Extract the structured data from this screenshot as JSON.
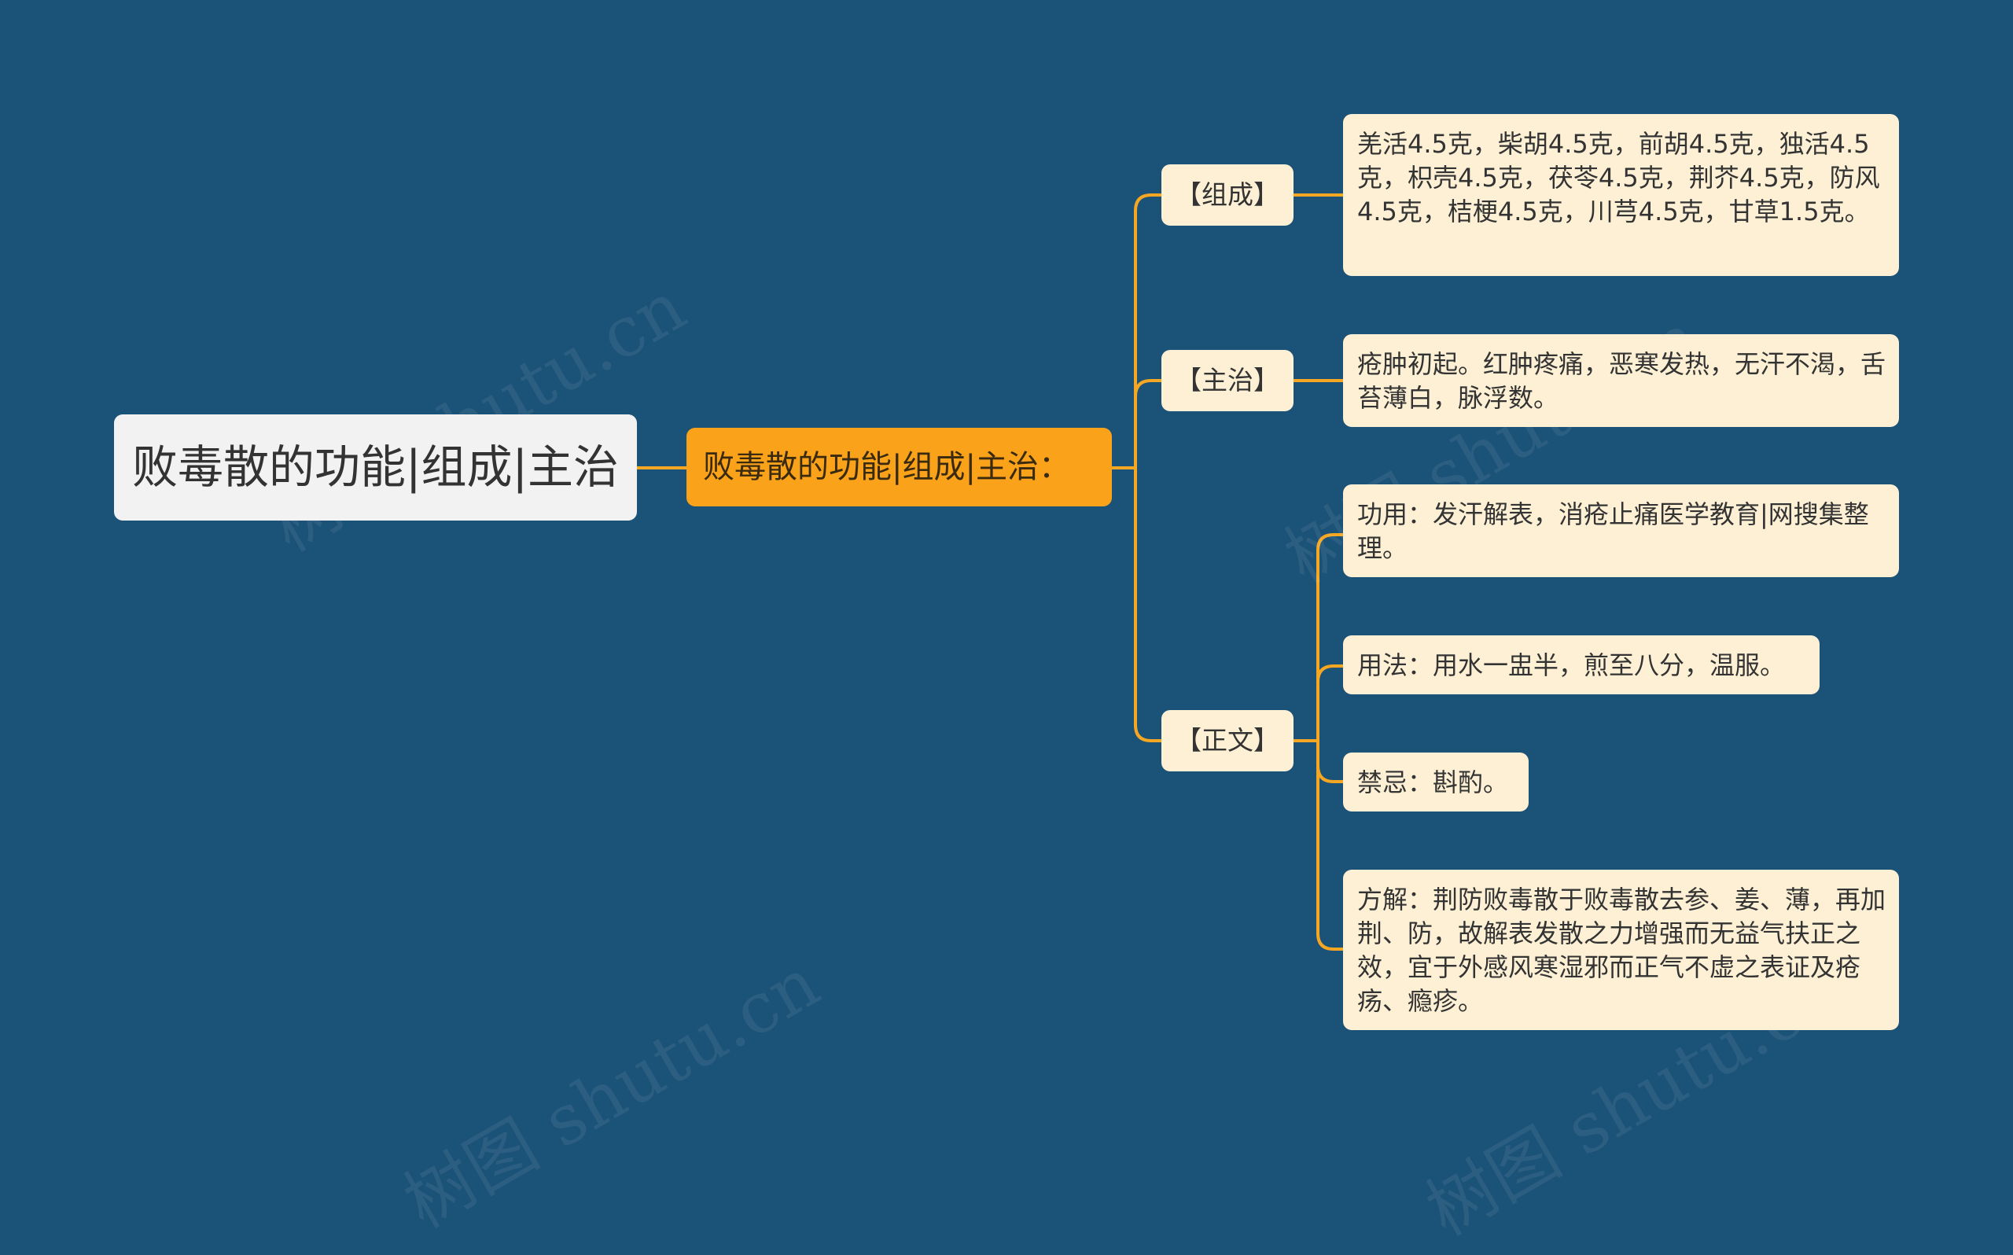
{
  "root": {
    "label": "败毒散的功能|组成|主治"
  },
  "center": {
    "label": "败毒散的功能|组成|主治："
  },
  "categories": [
    {
      "label": "【组成】"
    },
    {
      "label": "【主治】"
    },
    {
      "label": "【正文】"
    }
  ],
  "leaves": [
    {
      "text": "羌活4.5克，柴胡4.5克，前胡4.5克，独活4.5克，枳壳4.5克，茯苓4.5克，荆芥4.5克，防风4.5克，桔梗4.5克，川芎4.5克，甘草1.5克。"
    },
    {
      "text": "疮肿初起。红肿疼痛，恶寒发热，无汗不渴，舌苔薄白，脉浮数。"
    },
    {
      "text": "功用：发汗解表，消疮止痛医学教育|网搜集整理。"
    },
    {
      "text": "用法：用水一盅半，煎至八分，温服。"
    },
    {
      "text": "禁忌：斟酌。"
    },
    {
      "text": "方解：荆防败毒散于败毒散去参、姜、薄，再加荆、防，故解表发散之力增强而无益气扶正之效，宜于外感风寒湿邪而正气不虚之表证及疮疡、瘾疹。"
    }
  ],
  "watermark": "树图 shutu.cn",
  "colors": {
    "background": "#1b5277",
    "connector": "#f5a623",
    "root_fill": "#f2f2f2",
    "center_fill": "#f9a21a",
    "node_fill": "#fdf0d4"
  }
}
